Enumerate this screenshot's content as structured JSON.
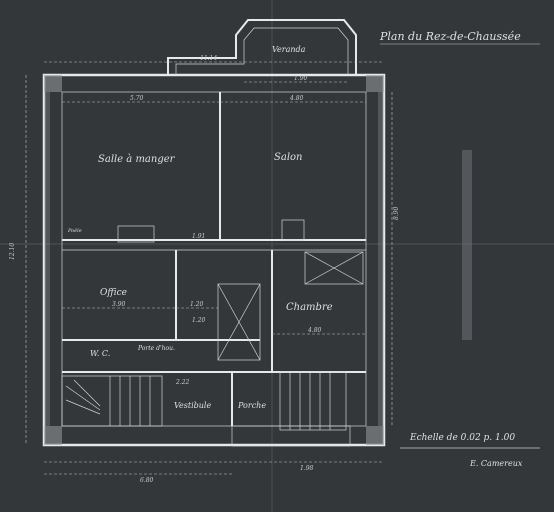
{
  "plan": {
    "title": "Plan du Rez-de-Chaussée",
    "scale": "Echelle de 0.02 p. 1.00",
    "signature": "E. Camereux"
  },
  "rooms": {
    "veranda": "Veranda",
    "salle": "Salle à manger",
    "salon": "Salon",
    "office": "Office",
    "chambre": "Chambre",
    "wc": "W. C.",
    "porte": "Porte d'hou. ",
    "vestibule": "Vestibule",
    "porche": "Porche",
    "poele": "Poële"
  },
  "dimensions": {
    "top_total": "11.14",
    "salle_width": "5.70",
    "salon_width": "4.80",
    "veranda_gap": "1.90",
    "office_width": "3.90",
    "office_depth": "1.20",
    "chambre_width": "4.80",
    "side_height": "12.10",
    "right_height": "8.90",
    "bottom_total": "1.98",
    "bottom_left": "6.80",
    "d1": "1.91",
    "d2": "1.20",
    "d3": "2.22"
  }
}
